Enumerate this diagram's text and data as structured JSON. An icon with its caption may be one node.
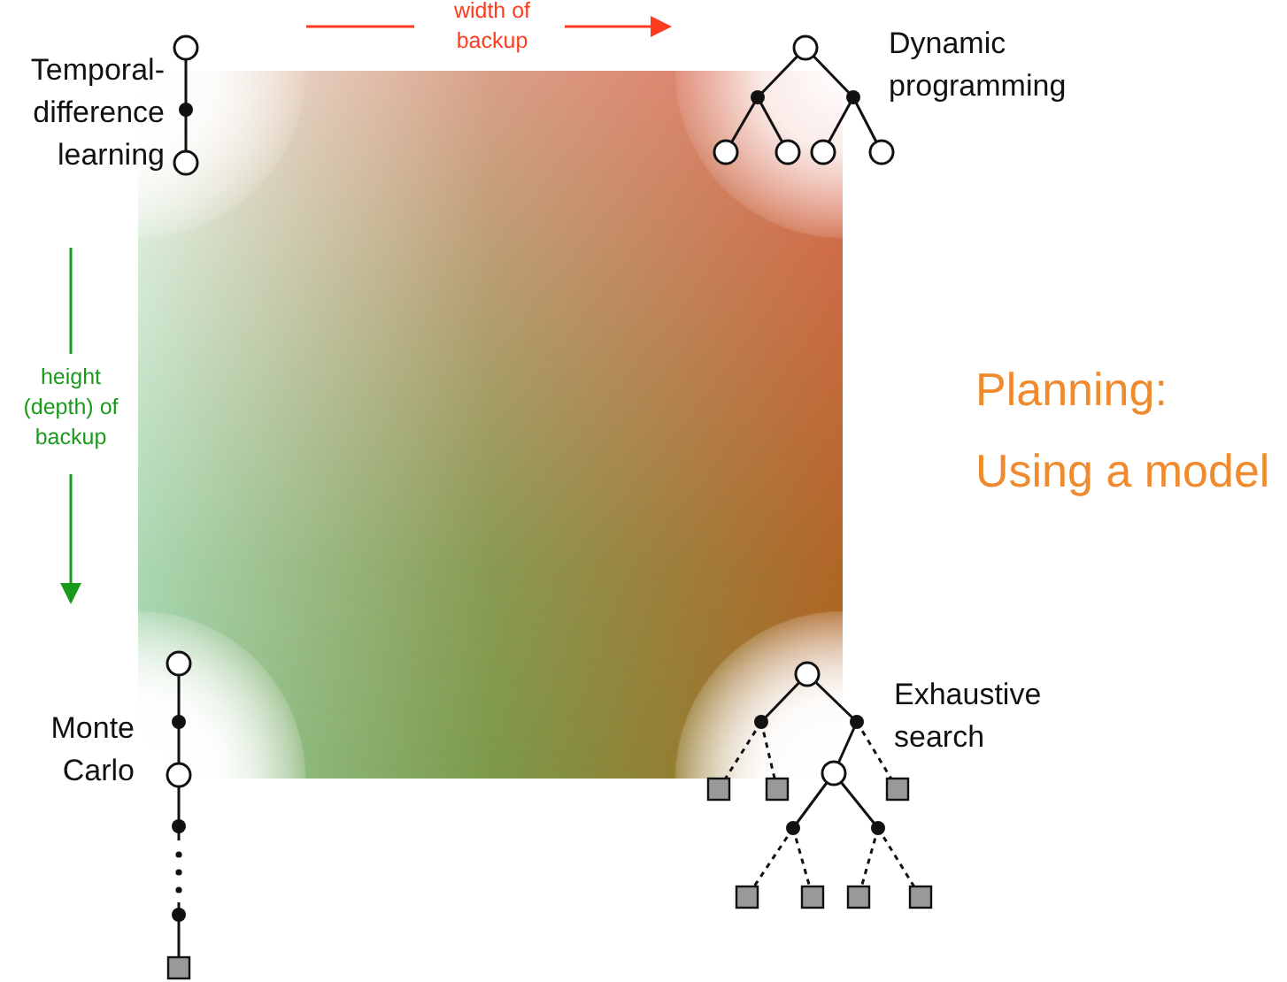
{
  "diagram": {
    "nodes": [
      {
        "text": [],
        "shape": "picture",
        "beside": [
          "Temporal-difference learning"
        ]
      },
      {
        "text": [],
        "shape": "picture",
        "beside": [
          "Dynamic programming"
        ]
      },
      {
        "text": [],
        "shape": "picture",
        "beside": [
          "Monte Carlo"
        ]
      },
      {
        "text": [],
        "shape": "picture",
        "beside": [
          "Exhaustive search"
        ]
      }
    ],
    "labels": [
      "width of backup",
      "height (depth) of backup",
      "Planning:",
      "Using a model"
    ]
  }
}
